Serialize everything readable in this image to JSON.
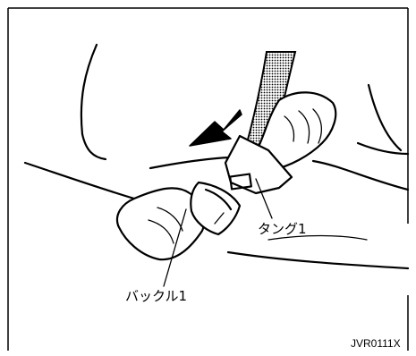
{
  "figure": {
    "labels": {
      "tongue": "タング1",
      "buckle": "バックル1"
    },
    "code": "JVR0111X"
  }
}
